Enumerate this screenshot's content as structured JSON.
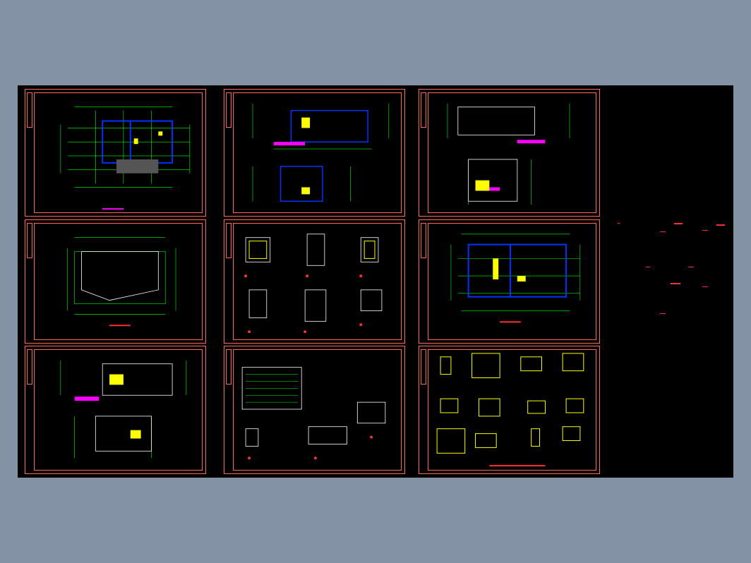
{
  "viewer": {
    "background_color": "#8492a5",
    "canvas_color": "#000000",
    "frame_color": "#ff6a55"
  },
  "sheets": [
    {
      "id": "floor-plan-1",
      "kind": "plan"
    },
    {
      "id": "sections-a",
      "kind": "sections"
    },
    {
      "id": "sections-b",
      "kind": "sections"
    },
    {
      "id": "roof-plan",
      "kind": "roof"
    },
    {
      "id": "room-details",
      "kind": "details"
    },
    {
      "id": "floor-plan-2",
      "kind": "plan"
    },
    {
      "id": "elevations",
      "kind": "sections"
    },
    {
      "id": "stair-details",
      "kind": "stair"
    },
    {
      "id": "window-details",
      "kind": "windows"
    }
  ],
  "colors": {
    "line": "#00ff00",
    "wall": "#0033ff",
    "note": "#ff3030",
    "accent": "#ffff00",
    "highlight": "#ff00ff",
    "text": "#ffffff"
  }
}
